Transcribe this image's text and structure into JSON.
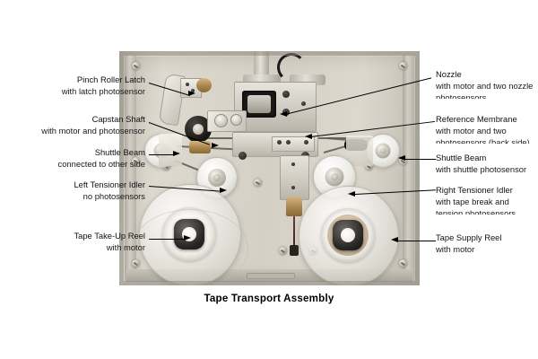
{
  "figure": {
    "caption": "Tape Transport Assembly",
    "photo_alt": "tape-transport-assembly-photograph"
  },
  "labels_left": [
    {
      "id": "pinch-roller-latch",
      "title": "Pinch Roller Latch",
      "subtitle": "with latch photosensor"
    },
    {
      "id": "capstan-shaft",
      "title": "Capstan Shaft",
      "subtitle": "with motor and photosensor"
    },
    {
      "id": "shuttle-beam-left",
      "title": "Shuttle Beam",
      "subtitle": "connected to other side"
    },
    {
      "id": "left-tensioner-idler",
      "title": "Left Tensioner Idler",
      "subtitle": "no photosensors"
    },
    {
      "id": "tape-take-up-reel",
      "title": "Tape Take-Up Reel",
      "subtitle": "with motor"
    }
  ],
  "labels_right": [
    {
      "id": "nozzle",
      "title": "Nozzle",
      "subtitle": "with motor and two nozzle",
      "subtitle2": "photosensors"
    },
    {
      "id": "reference-membrane",
      "title": "Reference Membrane",
      "subtitle": "with motor and two",
      "subtitle2": "photosensors (back side)"
    },
    {
      "id": "shuttle-beam-right",
      "title": "Shuttle Beam",
      "subtitle": "with shuttle photosensor"
    },
    {
      "id": "right-tensioner-idler",
      "title": "Right Tensioner Idler",
      "subtitle": "with tape break and",
      "subtitle2": "tension photosensors"
    },
    {
      "id": "tape-supply-reel",
      "title": "Tape Supply Reel",
      "subtitle": "with motor"
    }
  ],
  "colors": {
    "background": "#ffffff",
    "text": "#111111",
    "leader_line": "#000000",
    "panel_metal": "#d4d0c5",
    "knob_dark": "#1c1b19"
  }
}
